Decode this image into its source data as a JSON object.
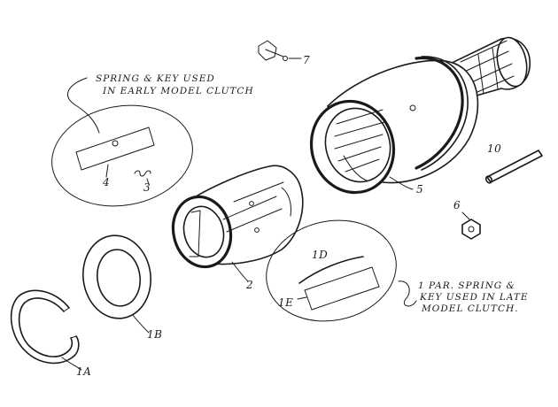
{
  "notes": {
    "early": [
      "SPRING & KEY USED",
      "IN EARLY MODEL CLUTCH"
    ],
    "late": [
      "1 PAR. SPRING &",
      "KEY USED IN LATE",
      "MODEL CLUTCH."
    ]
  },
  "parts": {
    "p1a": "1A",
    "p1b": "1B",
    "p1d": "1D",
    "p1e": "1E",
    "p2": "2",
    "p3": "3",
    "p4": "4",
    "p5": "5",
    "p6": "6",
    "p7": "7",
    "p10": "10"
  }
}
